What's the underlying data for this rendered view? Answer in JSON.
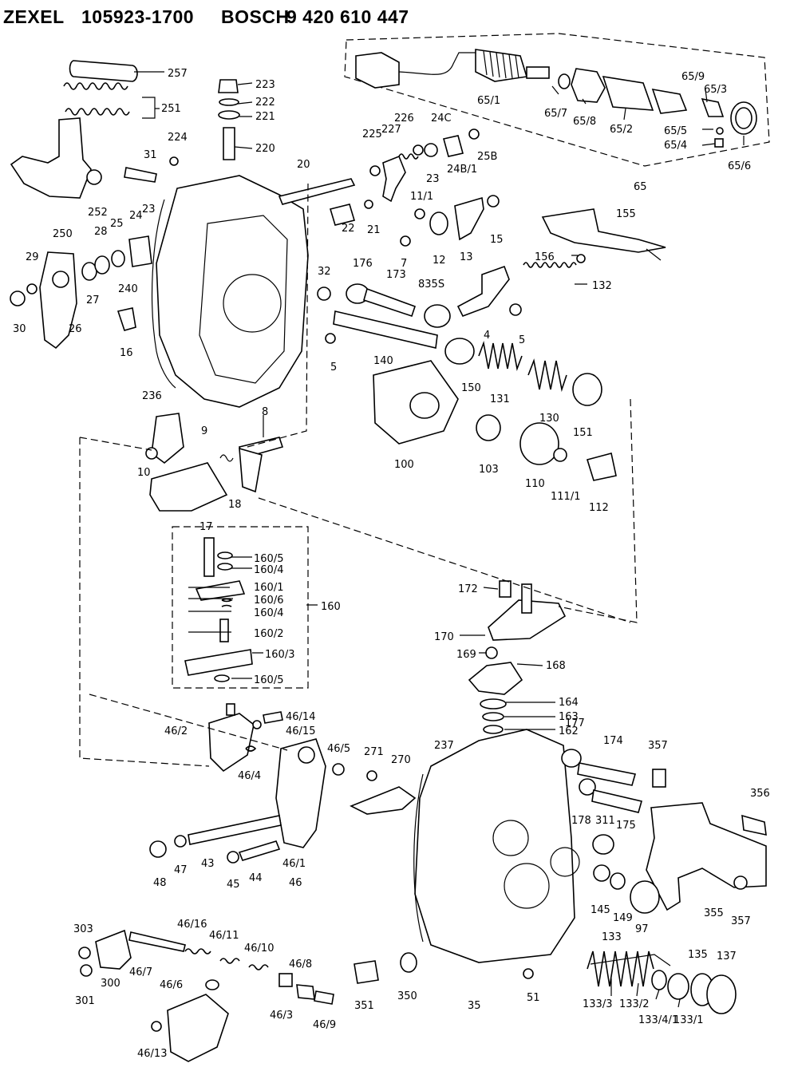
{
  "header": {
    "brand1": "ZEXEL",
    "part1": "105923-1700",
    "brand2": "BOSCH",
    "part2": "9 420 610 447"
  },
  "labels": [
    {
      "id": "257",
      "text": "257"
    },
    {
      "id": "251",
      "text": "251"
    },
    {
      "id": "250",
      "text": "250"
    },
    {
      "id": "252",
      "text": "252"
    },
    {
      "id": "224",
      "text": "224"
    },
    {
      "id": "31",
      "text": "31"
    },
    {
      "id": "223",
      "text": "223"
    },
    {
      "id": "222",
      "text": "222"
    },
    {
      "id": "221",
      "text": "221"
    },
    {
      "id": "220",
      "text": "220"
    },
    {
      "id": "20",
      "text": "20"
    },
    {
      "id": "23a",
      "text": "23"
    },
    {
      "id": "24",
      "text": "24"
    },
    {
      "id": "25",
      "text": "25"
    },
    {
      "id": "28",
      "text": "28"
    },
    {
      "id": "29",
      "text": "29"
    },
    {
      "id": "30",
      "text": "30"
    },
    {
      "id": "27",
      "text": "27"
    },
    {
      "id": "26",
      "text": "26"
    },
    {
      "id": "240",
      "text": "240"
    },
    {
      "id": "16",
      "text": "16"
    },
    {
      "id": "236",
      "text": "236"
    },
    {
      "id": "225",
      "text": "225"
    },
    {
      "id": "227",
      "text": "227"
    },
    {
      "id": "226",
      "text": "226"
    },
    {
      "id": "24c",
      "text": "24C"
    },
    {
      "id": "25b",
      "text": "25B"
    },
    {
      "id": "23b",
      "text": "23"
    },
    {
      "id": "24b1",
      "text": "24B/1"
    },
    {
      "id": "22",
      "text": "22"
    },
    {
      "id": "21",
      "text": "21"
    },
    {
      "id": "11_1",
      "text": "11/1"
    },
    {
      "id": "7",
      "text": "7"
    },
    {
      "id": "12",
      "text": "12"
    },
    {
      "id": "13",
      "text": "13"
    },
    {
      "id": "15",
      "text": "15"
    },
    {
      "id": "32",
      "text": "32"
    },
    {
      "id": "176",
      "text": "176"
    },
    {
      "id": "173",
      "text": "173"
    },
    {
      "id": "835s",
      "text": "835S"
    },
    {
      "id": "4",
      "text": "4"
    },
    {
      "id": "5a",
      "text": "5"
    },
    {
      "id": "5b",
      "text": "5"
    },
    {
      "id": "140",
      "text": "140"
    },
    {
      "id": "150",
      "text": "150"
    },
    {
      "id": "131",
      "text": "131"
    },
    {
      "id": "130",
      "text": "130"
    },
    {
      "id": "151",
      "text": "151"
    },
    {
      "id": "65_1",
      "text": "65/1"
    },
    {
      "id": "65_7",
      "text": "65/7"
    },
    {
      "id": "65_8",
      "text": "65/8"
    },
    {
      "id": "65_2",
      "text": "65/2"
    },
    {
      "id": "65_9",
      "text": "65/9"
    },
    {
      "id": "65_3",
      "text": "65/3"
    },
    {
      "id": "65_5",
      "text": "65/5"
    },
    {
      "id": "65_4",
      "text": "65/4"
    },
    {
      "id": "65_6",
      "text": "65/6"
    },
    {
      "id": "65",
      "text": "65"
    },
    {
      "id": "155",
      "text": "155"
    },
    {
      "id": "156",
      "text": "156"
    },
    {
      "id": "132",
      "text": "132"
    },
    {
      "id": "9",
      "text": "9"
    },
    {
      "id": "10",
      "text": "10"
    },
    {
      "id": "8",
      "text": "8"
    },
    {
      "id": "18",
      "text": "18"
    },
    {
      "id": "17",
      "text": "17"
    },
    {
      "id": "100",
      "text": "100"
    },
    {
      "id": "103",
      "text": "103"
    },
    {
      "id": "110",
      "text": "110"
    },
    {
      "id": "111_1",
      "text": "111/1"
    },
    {
      "id": "112",
      "text": "112"
    },
    {
      "id": "160_5a",
      "text": "160/5"
    },
    {
      "id": "160_4a",
      "text": "160/4"
    },
    {
      "id": "160_1",
      "text": "160/1"
    },
    {
      "id": "160_6",
      "text": "160/6"
    },
    {
      "id": "160_4b",
      "text": "160/4"
    },
    {
      "id": "160_2",
      "text": "160/2"
    },
    {
      "id": "160_3",
      "text": "160/3"
    },
    {
      "id": "160_5b",
      "text": "160/5"
    },
    {
      "id": "160",
      "text": "160"
    },
    {
      "id": "172",
      "text": "172"
    },
    {
      "id": "170",
      "text": "170"
    },
    {
      "id": "169",
      "text": "169"
    },
    {
      "id": "168",
      "text": "168"
    },
    {
      "id": "164",
      "text": "164"
    },
    {
      "id": "163",
      "text": "163"
    },
    {
      "id": "162",
      "text": "162"
    },
    {
      "id": "46_14",
      "text": "46/14"
    },
    {
      "id": "46_15",
      "text": "46/15"
    },
    {
      "id": "46_2",
      "text": "46/2"
    },
    {
      "id": "46_4",
      "text": "46/4"
    },
    {
      "id": "46_5",
      "text": "46/5"
    },
    {
      "id": "271",
      "text": "271"
    },
    {
      "id": "270",
      "text": "270"
    },
    {
      "id": "237",
      "text": "237"
    },
    {
      "id": "177",
      "text": "177"
    },
    {
      "id": "174",
      "text": "174"
    },
    {
      "id": "357a",
      "text": "357"
    },
    {
      "id": "356",
      "text": "356"
    },
    {
      "id": "178",
      "text": "178"
    },
    {
      "id": "311",
      "text": "311"
    },
    {
      "id": "175",
      "text": "175"
    },
    {
      "id": "48",
      "text": "48"
    },
    {
      "id": "47",
      "text": "47"
    },
    {
      "id": "43",
      "text": "43"
    },
    {
      "id": "45",
      "text": "45"
    },
    {
      "id": "44",
      "text": "44"
    },
    {
      "id": "46_1",
      "text": "46/1"
    },
    {
      "id": "46",
      "text": "46"
    },
    {
      "id": "145",
      "text": "145"
    },
    {
      "id": "149",
      "text": "149"
    },
    {
      "id": "97",
      "text": "97"
    },
    {
      "id": "355",
      "text": "355"
    },
    {
      "id": "357b",
      "text": "357"
    },
    {
      "id": "303",
      "text": "303"
    },
    {
      "id": "46_16",
      "text": "46/16"
    },
    {
      "id": "46_11",
      "text": "46/11"
    },
    {
      "id": "46_10",
      "text": "46/10"
    },
    {
      "id": "46_8",
      "text": "46/8"
    },
    {
      "id": "46_7",
      "text": "46/7"
    },
    {
      "id": "300",
      "text": "300"
    },
    {
      "id": "301",
      "text": "301"
    },
    {
      "id": "46_6",
      "text": "46/6"
    },
    {
      "id": "46_3",
      "text": "46/3"
    },
    {
      "id": "46_9",
      "text": "46/9"
    },
    {
      "id": "46_13",
      "text": "46/13"
    },
    {
      "id": "351",
      "text": "351"
    },
    {
      "id": "350",
      "text": "350"
    },
    {
      "id": "35",
      "text": "35"
    },
    {
      "id": "51",
      "text": "51"
    },
    {
      "id": "133",
      "text": "133"
    },
    {
      "id": "135",
      "text": "135"
    },
    {
      "id": "137",
      "text": "137"
    },
    {
      "id": "133_3",
      "text": "133/3"
    },
    {
      "id": "133_2",
      "text": "133/2"
    },
    {
      "id": "133_4_1",
      "text": "133/4/1"
    },
    {
      "id": "133_1",
      "text": "133/1"
    }
  ]
}
